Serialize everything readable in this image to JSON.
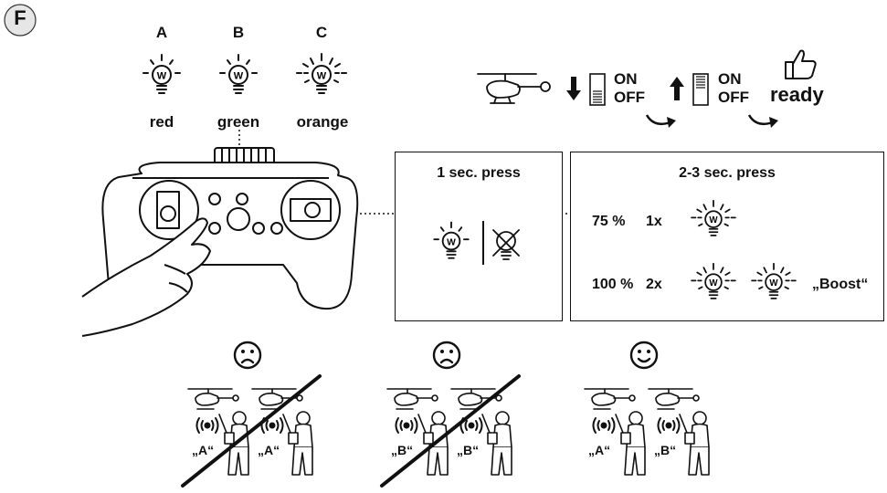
{
  "panel_badge": "F",
  "bulbs": [
    {
      "letter": "A",
      "color": "red"
    },
    {
      "letter": "B",
      "color": "green"
    },
    {
      "letter": "C",
      "color": "orange"
    }
  ],
  "sequence": {
    "on": "ON",
    "off": "OFF",
    "ready": "ready"
  },
  "press_short": {
    "title": "1 sec. press"
  },
  "press_long": {
    "title": "2-3 sec. press",
    "rows": [
      {
        "percent": "75 %",
        "count": "1x"
      },
      {
        "percent": "100 %",
        "count": "2x",
        "note": "„Boost“"
      }
    ]
  },
  "bulb_glyph": "W",
  "scenarios": [
    {
      "labels": [
        "„A“",
        "„A“"
      ],
      "face": "sad",
      "crossed": true
    },
    {
      "labels": [
        "„B“",
        "„B“"
      ],
      "face": "sad",
      "crossed": true
    },
    {
      "labels": [
        "„A“",
        "„B“"
      ],
      "face": "happy",
      "crossed": false
    }
  ]
}
